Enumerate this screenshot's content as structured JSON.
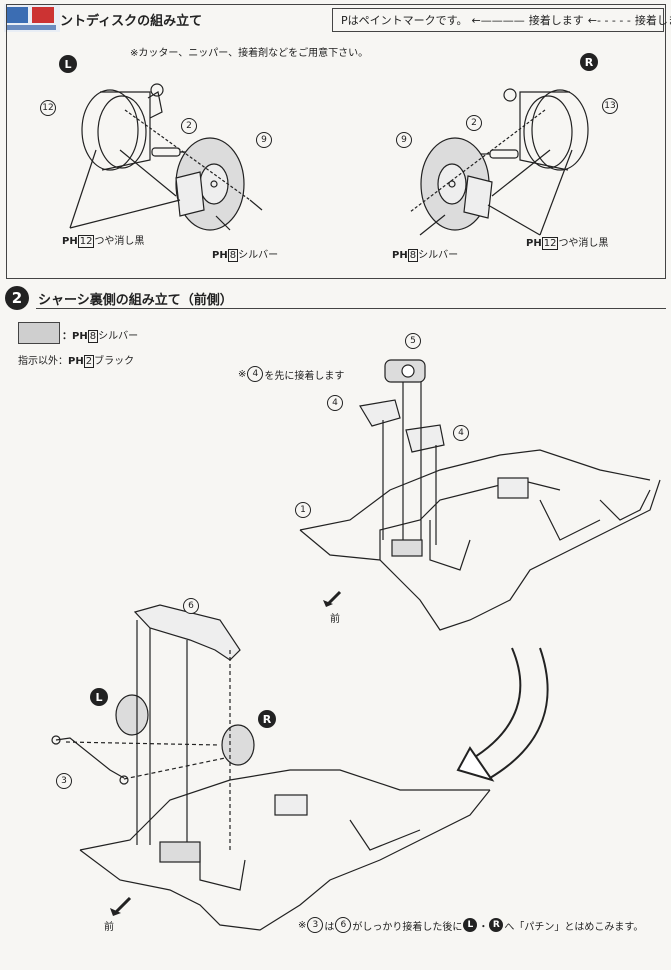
{
  "section1": {
    "title": "ントディスクの組み立て",
    "legend": {
      "paint_mark": "Pはペイントマークです。",
      "glue": "接着します",
      "no_glue": "接着しません"
    },
    "note": "※カッター、ニッパー、接着剤などをご用意下さい。",
    "left": {
      "side": "L",
      "part_a": "12",
      "part_b": "2",
      "part_c": "9",
      "paint1_prefix": "PH",
      "paint1_num": "12",
      "paint1_text": "つや消し黒",
      "paint2_prefix": "PH",
      "paint2_num": "8",
      "paint2_text": "シルバー"
    },
    "right": {
      "side": "R",
      "part_a": "13",
      "part_b": "2",
      "part_c": "9",
      "paint1_prefix": "PH",
      "paint1_num": "8",
      "paint1_text": "シルバー",
      "paint2_prefix": "PH",
      "paint2_num": "12",
      "paint2_text": "つや消し黒"
    }
  },
  "section2": {
    "step": "2",
    "title": "シャーシ裏側の組み立て（前側）",
    "swatch_prefix": "：PH",
    "swatch_num": "8",
    "swatch_text": "シルバー",
    "default_label": "指示以外：",
    "default_prefix": "PH",
    "default_num": "2",
    "default_text": "ブラック",
    "note_first": "※",
    "note_num": "4",
    "note_rest": "を先に接着します",
    "parts": {
      "p5": "5",
      "p4a": "4",
      "p4b": "4",
      "p1": "1",
      "p6": "6",
      "p3": "3"
    },
    "side_l": "L",
    "side_r": "R",
    "front_top": "前",
    "front_bottom": "前",
    "bottom_note": {
      "a": "※",
      "n1": "3",
      "b": "は",
      "n2": "6",
      "c": "がしっかり接着した後に",
      "l": "L",
      "r": "R",
      "d": "へ「パチン」とはめこみます。"
    }
  },
  "colors": {
    "ink": "#222222",
    "paper": "#f7f6f3",
    "silver": "#cfcfcf"
  }
}
